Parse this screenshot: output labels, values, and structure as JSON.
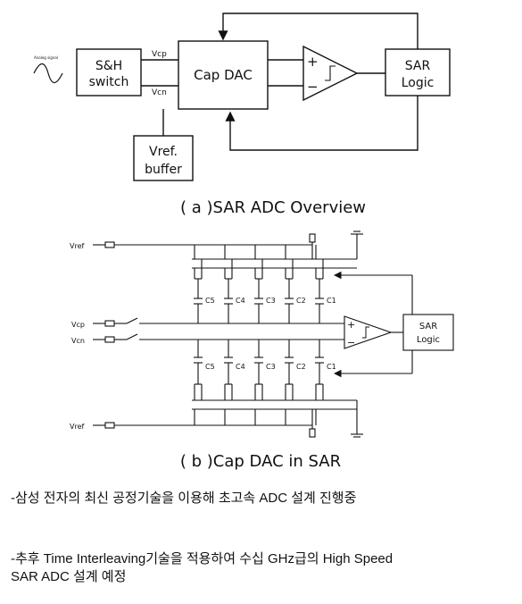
{
  "diagram_a": {
    "input_signal_label": "Analog signal",
    "sh_switch": [
      "S&H",
      "switch"
    ],
    "cap_dac": "Cap DAC",
    "vcp": "Vcp",
    "vcn": "Vcn",
    "vref_buffer": [
      "Vref.",
      "buffer"
    ],
    "plus": "+",
    "minus": "−",
    "sar_logic": [
      "SAR",
      "Logic"
    ],
    "caption": "( a )SAR ADC Overview"
  },
  "diagram_b": {
    "vref_top": "Vref",
    "vref_bottom": "Vref",
    "vcp": "Vcp",
    "vcn": "Vcn",
    "caps_top": [
      "C5",
      "C4",
      "C3",
      "C2",
      "C1"
    ],
    "caps_bottom": [
      "C5",
      "C4",
      "C3",
      "C2",
      "C1"
    ],
    "plus": "+",
    "minus": "−",
    "sar_logic": [
      "SAR",
      "Logic"
    ],
    "caption": "( b )Cap DAC in SAR"
  },
  "notes": {
    "line1": "-삼성 전자의 최신 공정기술을 이용해 초고속 ADC 설계 진행중",
    "line2a": "-추후 Time Interleaving기술을 적용하여 수십 GHz급의 High Speed",
    "line2b": "SAR ADC 설계 예정"
  }
}
